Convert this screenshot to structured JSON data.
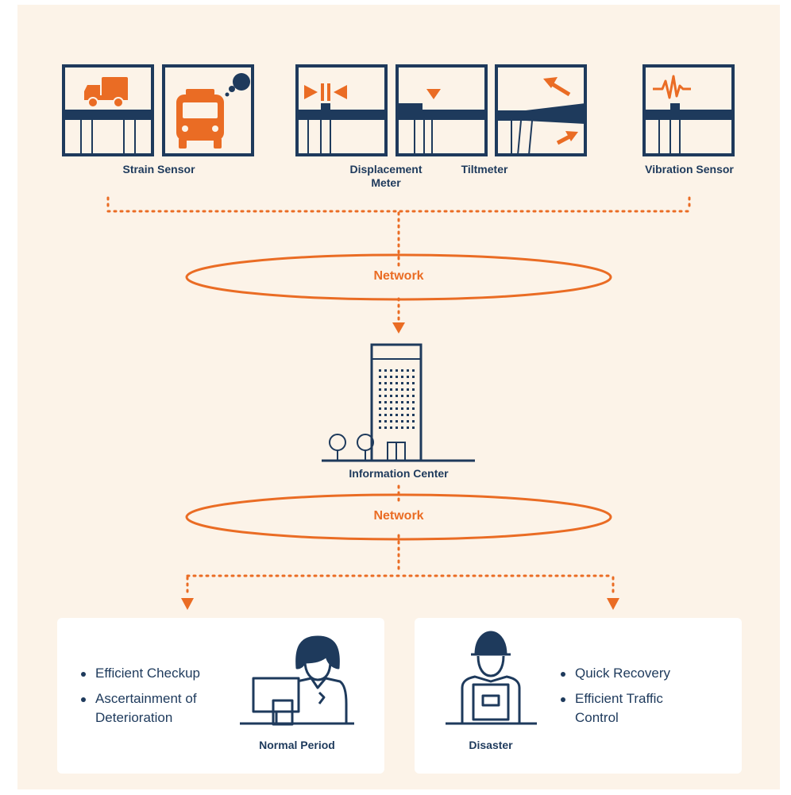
{
  "labels": {
    "strain_sensor": "Strain Sensor",
    "displacement_meter_line1": "Displacement",
    "displacement_meter_line2": "Meter",
    "tiltmeter": "Tiltmeter",
    "vibration_sensor": "Vibration Sensor",
    "information_center": "Information Center",
    "normal_period": "Normal Period",
    "disaster": "Disaster"
  },
  "network_top": "Network",
  "network_bottom": "Network",
  "normal_period_items": [
    "Efficient Checkup",
    "Ascertainment of",
    "Deterioration"
  ],
  "disaster_items": [
    "Quick Recovery",
    "Efficient Traffic",
    "Control"
  ],
  "colors": {
    "navy": "#1e3a5c",
    "orange": "#ea6c24",
    "background": "#fcf3e8",
    "card": "#ffffff"
  },
  "icons": [
    "truck-icon",
    "bus-icon",
    "displacement-icon",
    "level-icon",
    "tilt-arrows-icon",
    "vibration-wave-icon",
    "building-icon",
    "tree-icon",
    "office-worker-icon",
    "construction-worker-icon"
  ]
}
